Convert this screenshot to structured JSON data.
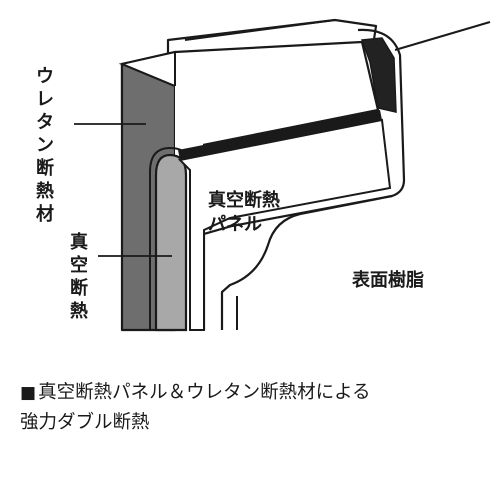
{
  "labels": {
    "urethane_1": "ウ",
    "urethane_2": "レ",
    "urethane_3": "タ",
    "urethane_4": "ン",
    "urethane_5": "断",
    "urethane_6": "熱",
    "urethane_7": "材",
    "vacuum_1": "真",
    "vacuum_2": "空",
    "vacuum_3": "断",
    "vacuum_4": "熱",
    "panel_line1": "真空断熱",
    "panel_line2": "パネル",
    "resin": "表面樹脂"
  },
  "caption": {
    "marker": "■",
    "line1": "真空断熱パネル＆ウレタン断熱材による",
    "line2": "強力ダブル断熱"
  },
  "colors": {
    "outline": "#1a1a1a",
    "urethane_fill": "#6e6e6e",
    "vacuum_fill": "#a8a8a8",
    "surface_fill": "#ffffff"
  }
}
